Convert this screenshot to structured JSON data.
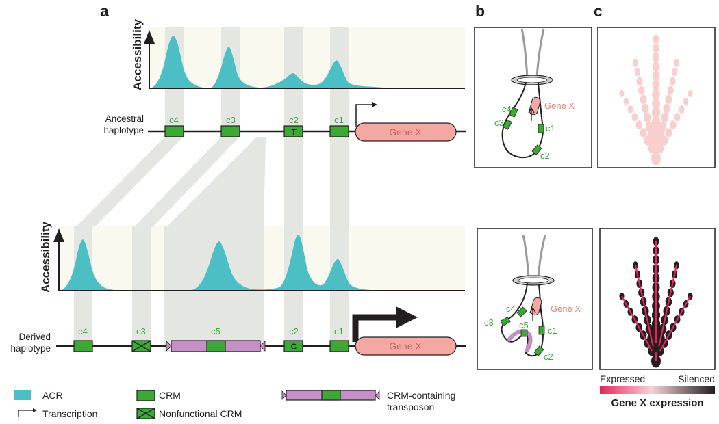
{
  "panels": {
    "a": "a",
    "b": "b",
    "c": "c"
  },
  "axis": {
    "ylabel": "Accessibility"
  },
  "ancestral": {
    "label_line1": "Ancestral",
    "label_line2": "haplotype",
    "crms": [
      {
        "id": "c4",
        "label": "c4",
        "mark": ""
      },
      {
        "id": "c3",
        "label": "c3",
        "mark": ""
      },
      {
        "id": "c2",
        "label": "c2",
        "mark": "T"
      },
      {
        "id": "c1",
        "label": "c1",
        "mark": ""
      }
    ],
    "gene": "Gene X"
  },
  "derived": {
    "label_line1": "Derived",
    "label_line2": "haplotype",
    "crms": [
      {
        "id": "c4",
        "label": "c4",
        "mark": ""
      },
      {
        "id": "c3",
        "label": "c3",
        "mark": "x"
      },
      {
        "id": "c5",
        "label": "c5",
        "mark": ""
      },
      {
        "id": "c2",
        "label": "c2",
        "mark": "C"
      },
      {
        "id": "c1",
        "label": "c1",
        "mark": ""
      }
    ],
    "gene": "Gene X"
  },
  "loop_top": {
    "labels": [
      "c4",
      "c3",
      "c1",
      "c2"
    ],
    "gene": "Gene X"
  },
  "loop_bottom": {
    "labels": [
      "c4",
      "c3",
      "c5",
      "c1",
      "c2"
    ],
    "gene": "Gene X"
  },
  "legend": {
    "acr": "ACR",
    "transcription": "Transcription",
    "crm": "CRM",
    "nonfunctional": "Nonfunctional CRM",
    "transposon_line1": "CRM-containing",
    "transposon_line2": "transposon"
  },
  "expression": {
    "low_label": "Expressed",
    "high_label": "Silenced",
    "title": "Gene X expression"
  },
  "colors": {
    "acr": "#4bbfc4",
    "crm": "#3aaa35",
    "gene": "#f4a8a3",
    "transposon": "#c48fc4",
    "shade": "#f7f7ea",
    "band": "#e4e6e2",
    "expressed": "#e8245a",
    "silenced": "#231f20"
  }
}
